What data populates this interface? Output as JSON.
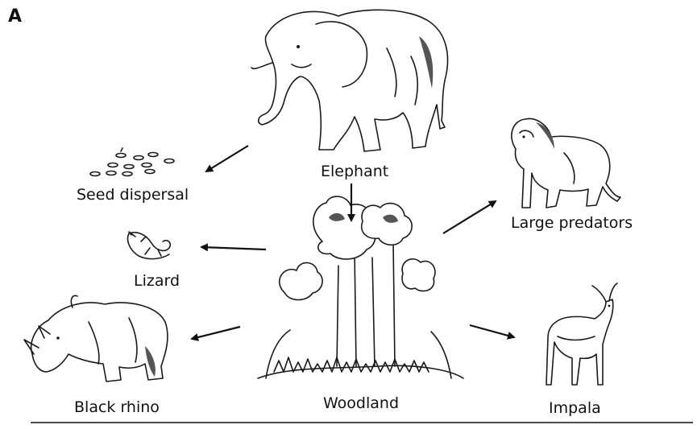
{
  "panel_label": "A",
  "nodes": {
    "elephant": "Elephant",
    "seed_dispersal": "Seed dispersal",
    "lizard": "Lizard",
    "black_rhino": "Black rhino",
    "woodland": "Woodland",
    "large_predators": "Large predators",
    "impala": "Impala"
  },
  "edges": [
    {
      "from": "Elephant",
      "to": "Seed dispersal"
    },
    {
      "from": "Elephant",
      "to": "Woodland"
    },
    {
      "from": "Woodland",
      "to": "Lizard"
    },
    {
      "from": "Woodland",
      "to": "Black rhino"
    },
    {
      "from": "Woodland",
      "to": "Large predators"
    },
    {
      "from": "Woodland",
      "to": "Impala"
    }
  ]
}
